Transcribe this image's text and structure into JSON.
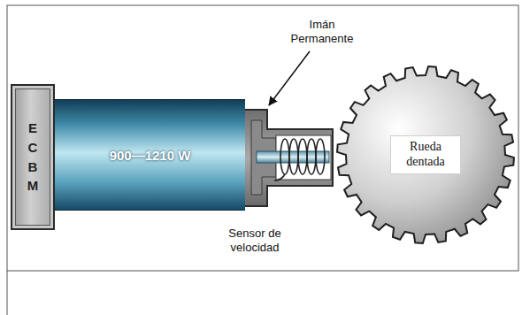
{
  "diagram": {
    "nodes": [
      {
        "text": [
          "ECBM"
        ]
      },
      {
        "text": [
          "900—1210 W"
        ]
      },
      {
        "text": [
          "Rueda dentada"
        ]
      }
    ],
    "labels": [
      "Imán Permanente",
      "Sensor de velocidad"
    ]
  }
}
